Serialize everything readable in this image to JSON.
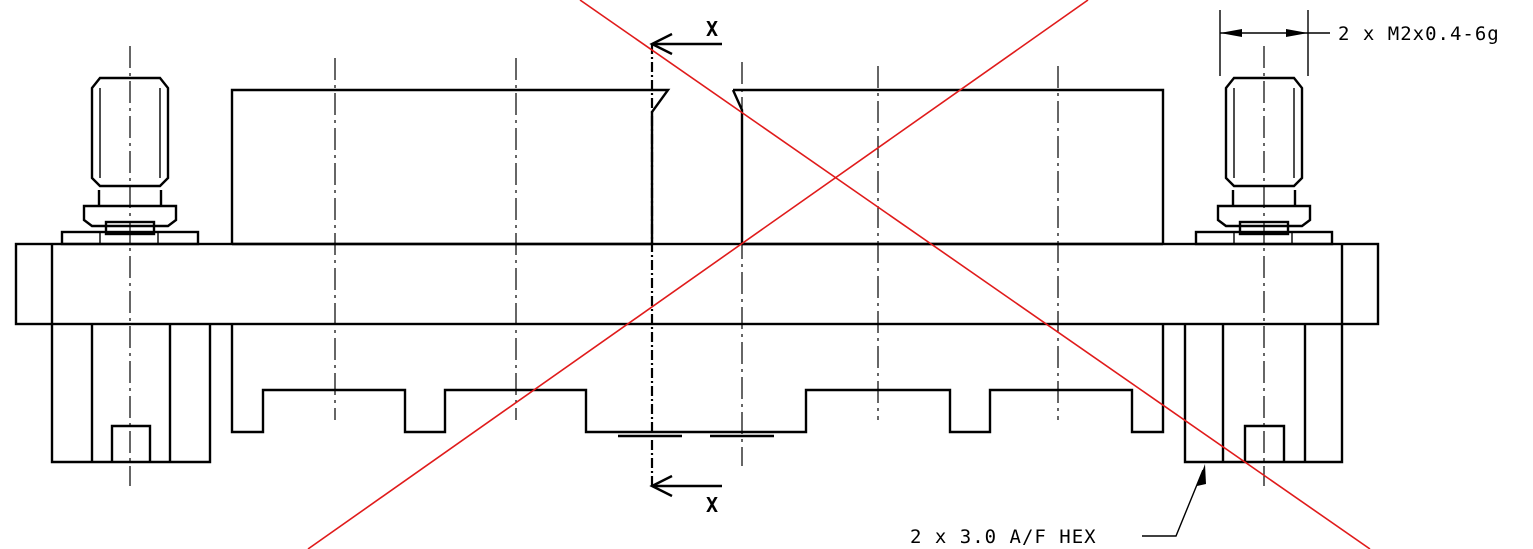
{
  "annotations": {
    "thread_callout": "2 x M2x0.4-6g",
    "hex_callout": "2 x 3.0 A/F HEX",
    "section_label_top": "X",
    "section_label_bottom": "X"
  },
  "colors": {
    "ink": "#000000",
    "void_cross": "#e01b1b",
    "background": "#ffffff"
  }
}
